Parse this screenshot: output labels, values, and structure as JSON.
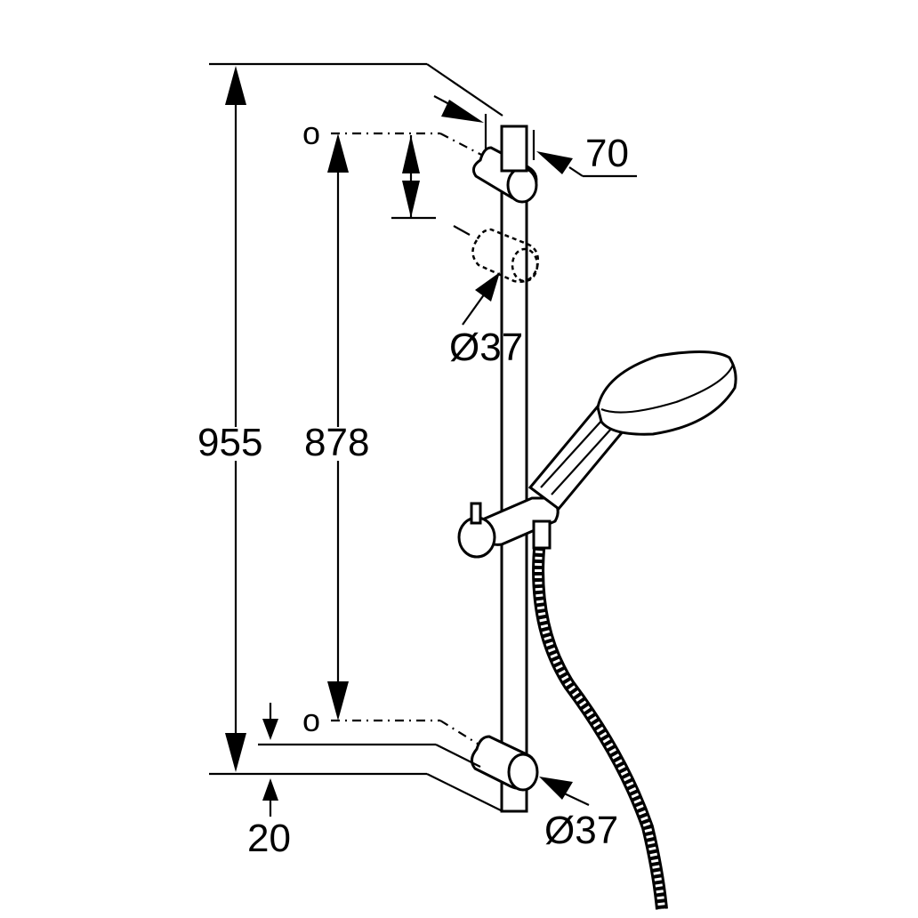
{
  "diagram": {
    "dimensions": {
      "total_height": "955",
      "fixing_distance": "878",
      "bar_offset": "70",
      "bracket_diameter_top": "Ø37",
      "bracket_diameter_bottom": "Ø37",
      "wall_offset": "20"
    },
    "markers": {
      "top_fixing": "o",
      "bottom_fixing": "o"
    },
    "colors": {
      "ink": "#000000",
      "paper": "#ffffff"
    }
  }
}
